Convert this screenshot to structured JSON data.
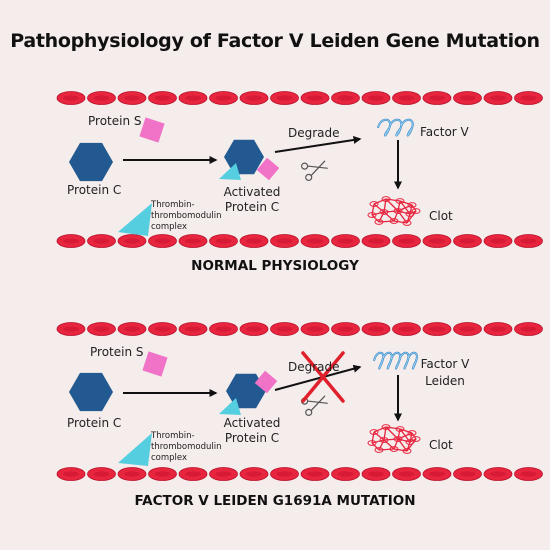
{
  "title": "Pathophysiology of Factor V Leiden Gene Mutation",
  "colors": {
    "background": "#f5ecec",
    "rbc": "#e8253f",
    "protein_c": "#215990",
    "protein_s": "#f173c8",
    "thrombomodulin": "#55cfe0",
    "clot": "#e8253f",
    "factor_v": "#2f86c8",
    "cross": "#e0202a"
  },
  "panels": [
    {
      "id": "normal",
      "protein_s": "Protein S",
      "protein_c": "Protein C",
      "complex_line1": "Thrombin-",
      "complex_line2": "thrombomodulin",
      "complex_line3": "complex",
      "activated_line1": "Activated",
      "activated_line2": "Protein C",
      "degrade": "Degrade",
      "factor_line1": "Factor V",
      "factor_line2": "",
      "clot": "Clot",
      "caption": "NORMAL PHYSIOLOGY"
    },
    {
      "id": "mutation",
      "protein_s": "Protein S",
      "protein_c": "Protein C",
      "complex_line1": "Thrombin-",
      "complex_line2": "thrombomodulin",
      "complex_line3": "complex",
      "activated_line1": "Activated",
      "activated_line2": "Protein C",
      "degrade": "Degrade",
      "factor_line1": "Factor V",
      "factor_line2": "Leiden",
      "clot": "Clot",
      "caption": "FACTOR V LEIDEN G1691A MUTATION"
    }
  ],
  "icons": [
    "red-blood-cell-icon",
    "hexagon-icon",
    "square-icon",
    "triangle-icon",
    "scissors-icon",
    "coil-icon",
    "clot-mesh-icon",
    "cross-icon"
  ]
}
